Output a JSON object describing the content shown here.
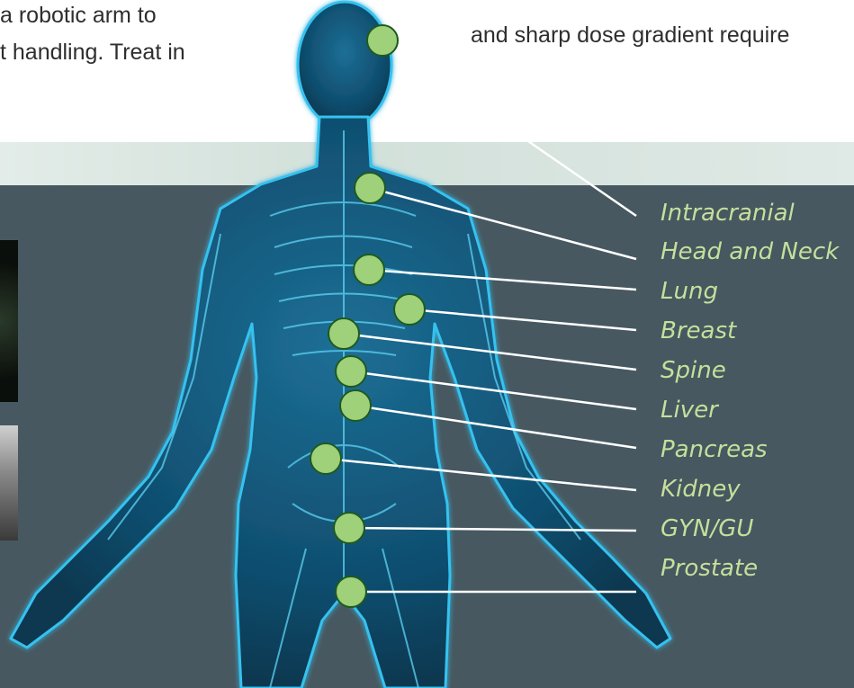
{
  "intro": {
    "left_lines": [
      "a robotic arm to",
      "t handling. Treat in"
    ],
    "right_line": "and sharp dose gradient require"
  },
  "treatment_sites": [
    "Intracranial",
    "Head and Neck",
    "Lung",
    "Breast",
    "Spine",
    "Liver",
    "Pancreas",
    "Kidney",
    "GYN/GU",
    "Prostate"
  ],
  "colors": {
    "panel": "#475860",
    "band": "#d6e3de",
    "marker_fill": "#9fd07a",
    "marker_border": "#1e5a1e",
    "label_text": "#c6df9c",
    "leader_line": "#ffffff",
    "body_glow": "#27b4e6"
  }
}
